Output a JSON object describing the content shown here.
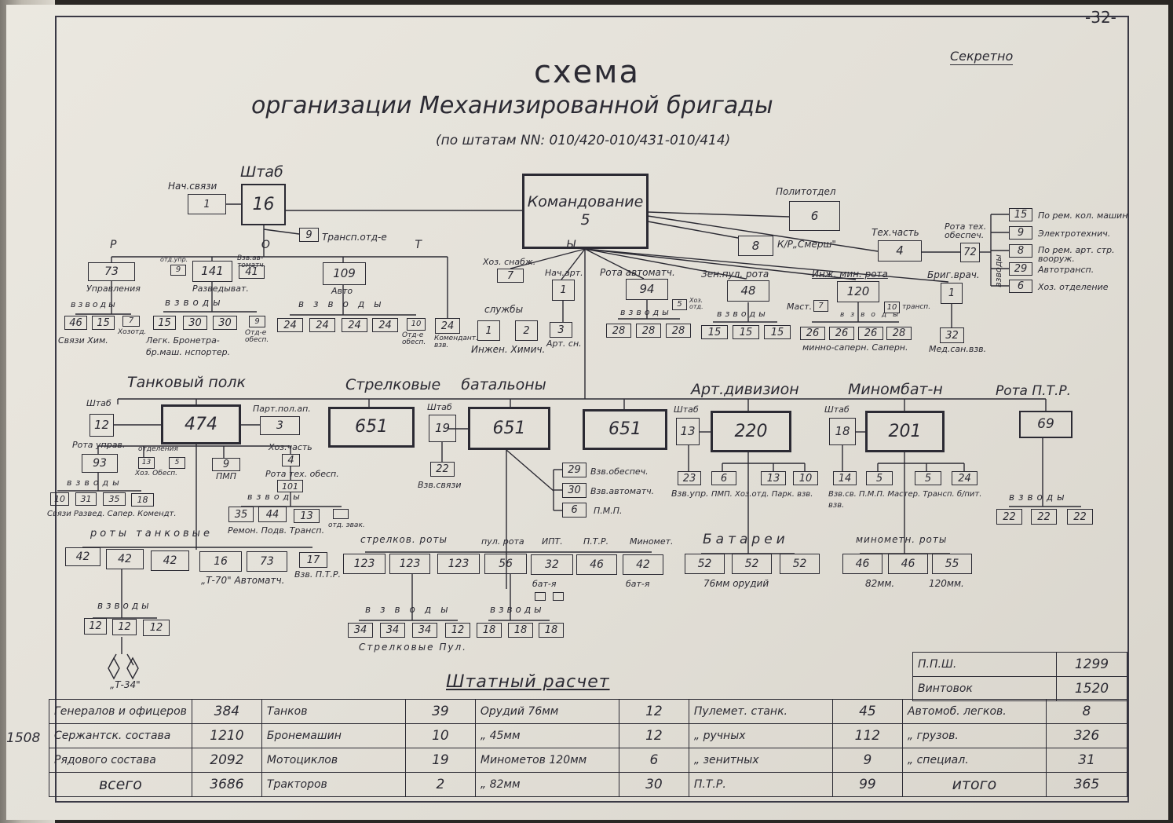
{
  "header": {
    "page_number": "-32-",
    "secret": "Секретно",
    "title": "схема",
    "subtitle": "организации Механизированной бригады",
    "subtitle2": "(по штатам NN: 010/420-010/431-010/414)"
  },
  "hq": {
    "command_label": "Командование",
    "command_value": "5",
    "shtab_label": "Штаб",
    "shtab_value": "16",
    "nach_svyazi_label": "Нач.связи",
    "nach_svyazi_value": "1",
    "transp_value": "9",
    "transp_label": "Трансп.отд-е",
    "politotdel_label": "Политотдел",
    "politotdel_value": "6",
    "smersh_value": "8",
    "smersh_label": "К/Р„Смерш\"",
    "techpart_label": "Тех.часть",
    "techpart_value": "4",
    "rota_tech_label": "Рота тех. обеспеч.",
    "rota_tech_value": "72",
    "rota_tech_vzvody": "взводы",
    "rota_tech_items": [
      {
        "value": "15",
        "label": "По рем. кол. машин"
      },
      {
        "value": "9",
        "label": "Электротехнич."
      },
      {
        "value": "8",
        "label": "По рем. арт. стр. вооруж."
      },
      {
        "value": "29",
        "label": "Автотрансп."
      },
      {
        "value": "6",
        "label": "Хоз. отделение"
      }
    ],
    "hoz_snab_label": "Хоз. снабж.",
    "hoz_snab_value": "7",
    "nach_art_label": "Нач.арт.",
    "nach_art_value": "1",
    "art_sn_value": "3",
    "art_sn_label": "Арт. сн.",
    "sluzhby_label": "службы",
    "sluzhby_values": [
      "1",
      "2"
    ],
    "sluzhby_names": "Инжен. Химич.",
    "rota_avt_label": "Рота автоматч.",
    "rota_avt_value": "94",
    "rota_avt_hoz_value": "5",
    "rota_avt_hoz_label": "Хоз. отд.",
    "rota_avt_vzvody": "взводы",
    "rota_avt_items": [
      "28",
      "28",
      "28"
    ],
    "zen_rota_label": "Зен.пул. рота",
    "zen_rota_value": "48",
    "zen_rota_vzvody": "взводы",
    "zen_rota_items": [
      "15",
      "15",
      "15"
    ],
    "inzh_rota_label": "Инж. мин. рота",
    "inzh_rota_value": "120",
    "inzh_mast_label": "Маст.",
    "inzh_mast_value": "7",
    "inzh_transp_value": "10",
    "inzh_transp_label": "трансп.",
    "inzh_vzvody": "взводы",
    "inzh_items": [
      "26",
      "26",
      "26",
      "28"
    ],
    "inzh_names": "минно-саперн. Саперн.",
    "brig_vrach_label": "Бриг.врач.",
    "brig_vrach_value": "1",
    "med_value": "32",
    "med_label": "Мед.сан.взв.",
    "rota_upr_label": "Р О Т Ы",
    "upr_value": "73",
    "upr_label": "Управления",
    "upr_vzvody": "взводы",
    "upr_items": [
      "46",
      "15",
      "7"
    ],
    "upr_names": "Связи Хим.",
    "upr_hoz": "Хозотд.",
    "razv_value": "141",
    "razv_label": "Разведыват.",
    "razv_otd_upr": "отд.упр.",
    "razv_otd_upr_value": "9",
    "razv_bzv_value": "41",
    "razv_bzv_label": "Взв.ав-томатч.",
    "razv_vzvody": "взводы",
    "razv_items": [
      "15",
      "30",
      "30",
      "9"
    ],
    "razv_names": "Легк. Бронетра- бр.маш. нспортер.",
    "razv_obesp": "Отд-е обесп.",
    "avto_value": "109",
    "avto_label": "Авто",
    "avto_vzvody": "взводы",
    "avto_items": [
      "24",
      "24",
      "24",
      "24",
      "10"
    ],
    "avto_obesp": "Отд-е обесп.",
    "avto_komend_value": "24",
    "avto_komend_label": "Комендант. взв."
  },
  "units": {
    "tank_label": "Танковый полк",
    "tank_value": "474",
    "tank_shtab_label": "Штаб",
    "tank_shtab_value": "12",
    "tank_part_label": "Парт.пол.ап.",
    "tank_part_value": "3",
    "tank_rota_upr_label": "Рота управ.",
    "tank_rota_upr_value": "93",
    "tank_otd_label": "отделения",
    "tank_otd_items": [
      "13",
      "5"
    ],
    "tank_otd_names": "Хоз. Обесп.",
    "tank_pmp_value": "9",
    "tank_pmp_label": "ПМП",
    "tank_hoz_label": "Хоз.часть",
    "tank_hoz_value": "4",
    "tank_rota_tech_label": "Рота тех. обесп.",
    "tank_rota_tech_value": "101",
    "tank_rota_tech_vzvody": "взводы",
    "tank_rota_tech_items": [
      "35",
      "44",
      "13",
      ""
    ],
    "tank_rota_tech_names": "Ремон. Подв. Трансп.",
    "tank_otd_zvak": "отд. эвак.",
    "tank_upr_vzvody": "взводы",
    "tank_upr_items": [
      "10",
      "31",
      "35",
      "18"
    ],
    "tank_upr_names": "Связи Развед. Сапер. Комендт.",
    "tank_roty_label": "роты танковые",
    "tank_roty_items": [
      "42",
      "42",
      "42",
      "16",
      "73",
      "17"
    ],
    "tank_roty_names": "„Т-70\" Автоматч.",
    "tank_roty_ptr": "Взв. П.Т.Р.",
    "tank_vzvody_label": "взводы",
    "tank_vzvody_items": [
      "12",
      "12",
      "12"
    ],
    "tank_t34": "„Т-34\"",
    "strel_label": "Стрелковые батальоны",
    "strel_values": [
      "651",
      "651",
      "651"
    ],
    "strel_shtab_label": "Штаб",
    "strel_shtab_value": "19",
    "strel_svyaz_value": "22",
    "strel_svyaz_label": "Взв.связи",
    "strel_side": [
      {
        "value": "29",
        "label": "Взв.обеспеч."
      },
      {
        "value": "30",
        "label": "Взв.автоматч."
      },
      {
        "value": "6",
        "label": "П.М.П."
      }
    ],
    "strel_roty_label": "стрелков. роты",
    "strel_pul_label": "пул. рота",
    "strel_ipt_label": "ИПТ.",
    "strel_ptr_label": "П.Т.Р.",
    "strel_minom_label": "Миномет.",
    "strel_roty_items": [
      "123",
      "123",
      "123",
      "56",
      "32",
      "46",
      "42"
    ],
    "strel_bat_label": "бат-я",
    "strel_bat_small": [
      "",
      ""
    ],
    "strel_bat_label2": "бат-я",
    "strel_vzvody1": "взводы",
    "strel_vzvody1_items": [
      "34",
      "34",
      "34",
      "12"
    ],
    "strel_vzvody1_names": "Стрелковые Пул.",
    "strel_vzvody2": "взводы",
    "strel_vzvody2_items": [
      "18",
      "18",
      "18"
    ],
    "art_label": "Арт.дивизион",
    "art_value": "220",
    "art_shtab_label": "Штаб",
    "art_shtab_value": "13",
    "art_upr_value": "23",
    "art_upr_label": "Взв.упр.",
    "art_side_items": [
      "6",
      "13",
      "10"
    ],
    "art_side_names": "ПМП. Хоз.отд. Парк. взв.",
    "art_bat_label": "Батареи",
    "art_bat_items": [
      "52",
      "52",
      "52"
    ],
    "art_bat_names": "76мм орудий",
    "minom_label": "Миномбат-н",
    "minom_value": "201",
    "minom_shtab_label": "Штаб",
    "minom_shtab_value": "18",
    "minom_side_items": [
      "14",
      "5",
      "5",
      "24"
    ],
    "minom_side_names": "Взв.св. П.М.П. Мастер. Трансп. б/пит. взв.",
    "minom_roty_label": "минометн. роты",
    "minom_roty_items": [
      "46",
      "46",
      "55"
    ],
    "minom_roty_names": "82мм. 120мм.",
    "ptr_label": "Рота П.Т.Р.",
    "ptr_value": "69",
    "ptr_vzvody": "взводы",
    "ptr_items": [
      "22",
      "22",
      "22"
    ]
  },
  "summary": {
    "title": "Штатный расчет",
    "right_top": [
      {
        "label": "П.П.Ш.",
        "value": "1299"
      },
      {
        "label": "Винтовок",
        "value": "1520"
      }
    ],
    "rows": [
      [
        "Генералов и офицеров",
        "384",
        "Танков",
        "39",
        "Орудий 76мм",
        "12",
        "Пулемет. станк.",
        "45",
        "Автомоб. легков.",
        "8"
      ],
      [
        "Сержантск. состава",
        "1210",
        "Бронемашин",
        "10",
        "„ 45мм",
        "12",
        "„ ручных",
        "112",
        "„ грузов.",
        "326"
      ],
      [
        "Рядового состава",
        "2092",
        "Мотоциклов",
        "19",
        "Минометов 120мм",
        "6",
        "„ зенитных",
        "9",
        "„ специал.",
        "31"
      ],
      [
        "всего",
        "3686",
        "Тракторов",
        "2",
        "„ 82мм",
        "30",
        "П.Т.Р.",
        "99",
        "итого",
        "365"
      ]
    ]
  },
  "margin_note": "1508"
}
